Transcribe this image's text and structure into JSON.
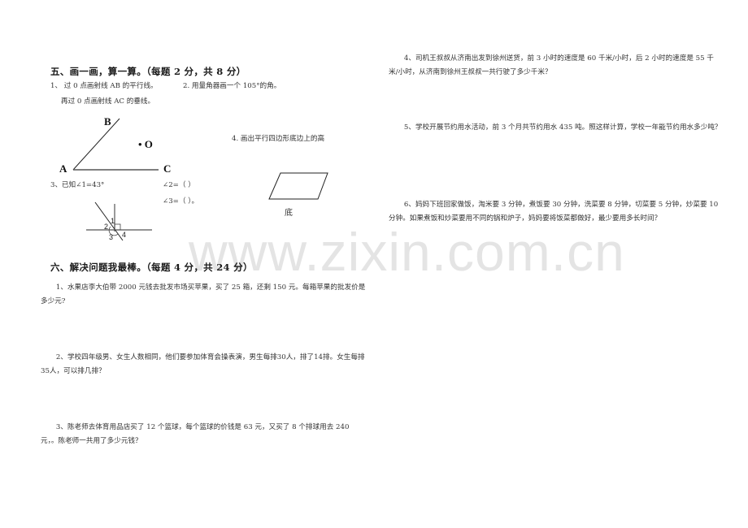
{
  "watermark": "www.zixin.com.cn",
  "section5": {
    "title": "五、画一画，算一算。（每题 2 分，共 8 分）",
    "q1_line1": "1、  过 0 点画射线 AB 的平行线。",
    "q1_line2": "再过 0 点画射线 AC 的垂线。",
    "q2": "2.  用量角器画一个 105°的角。",
    "figure1": {
      "label_b": "B",
      "label_o": "• O",
      "label_a": "A",
      "label_c": "C"
    },
    "q3": "3、已知∠1=43°",
    "q3_angle2": "∠2=（      ）",
    "q3_angle3": "∠3=（    ）。",
    "figure2": {
      "label_1": "1",
      "label_2": "2",
      "label_3": "3",
      "label_4": "4"
    },
    "q4": "4.  画出平行四边形底边上的高",
    "parallelogram_base_label": "底"
  },
  "section6": {
    "title": "六、解决问题我最棒。（每题 4 分，共 24 分）",
    "problems": [
      {
        "text": "1、水果店李大伯带 2000 元钱去批发市场买苹果，买了 25 箱，还剩 150 元。每箱苹果的批发价是多少元?"
      },
      {
        "text": "2、学校四年级男、女生人数相同，他们要参加体育会操表演，男生每排30人，排了14排。女生每排35人，可以排几排？"
      },
      {
        "text": "3、陈老师去体育用品店买了 12 个篮球，每个篮球的价钱是 63 元，又买了 8 个排球用去 240 元，。陈老师一共用了多少元钱？"
      },
      {
        "text": "4、司机王叔叔从济南出发到徐州送货，前 3 小时的速度是 60 千米/小时，后 2 小时的速度是 55 千米/小时，从济南到徐州王叔叔一共行驶了多少千米？"
      },
      {
        "text": "5、学校开展节约用水活动，前 3 个月共节约用水 435 吨。照这样计算，学校一年能节约用水多少吨？"
      },
      {
        "text": "6、妈妈下班回家做饭，淘米要 3 分钟，煮饭要 30 分钟，洗菜要 8 分钟，切菜要 5 分钟，炒菜要 10 分钟。如果煮饭和炒菜要用不同的锅和炉子，妈妈要将饭菜都做好，最少要用多长时间？"
      }
    ]
  }
}
